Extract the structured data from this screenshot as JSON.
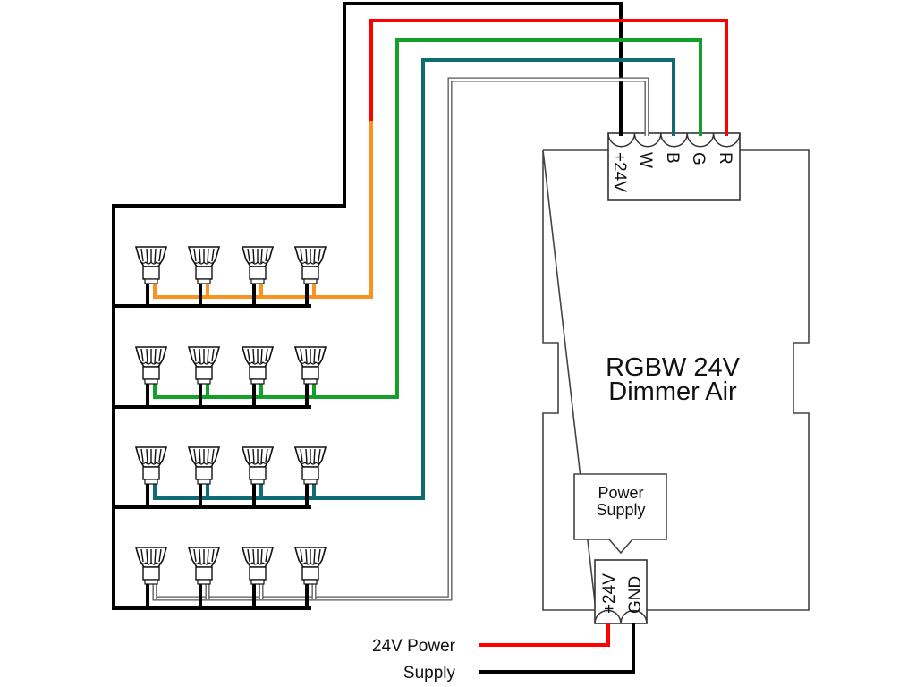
{
  "dimmer": {
    "title_line1": "RGBW 24V",
    "title_line2": "Dimmer Air"
  },
  "output_terminals": [
    {
      "label": "+24V",
      "color": "#000000"
    },
    {
      "label": "W",
      "color": "#ffffff"
    },
    {
      "label": "B",
      "color": "#0f6b73"
    },
    {
      "label": "G",
      "color": "#13a02a"
    },
    {
      "label": "R",
      "color": "#ff0000"
    }
  ],
  "input_terminals": [
    {
      "label": "+24V",
      "color": "#ff0000"
    },
    {
      "label": "GND",
      "color": "#000000"
    }
  ],
  "power_callout": {
    "line1": "Power",
    "line2": "Supply"
  },
  "supply_label": {
    "line1": "24V Power",
    "line2": "Supply"
  },
  "lamp_rows": [
    {
      "channel": "R",
      "wire_color": "#f7931e",
      "lamps": 4
    },
    {
      "channel": "G",
      "wire_color": "#13a02a",
      "lamps": 4
    },
    {
      "channel": "B",
      "wire_color": "#0f6b73",
      "lamps": 4
    },
    {
      "channel": "W",
      "wire_color": "#ffffff",
      "lamps": 4
    }
  ],
  "colors": {
    "red": "#ff0000",
    "orange": "#f7931e",
    "green": "#13a02a",
    "teal": "#0f6b73",
    "black": "#000000",
    "outline": "#444444"
  }
}
